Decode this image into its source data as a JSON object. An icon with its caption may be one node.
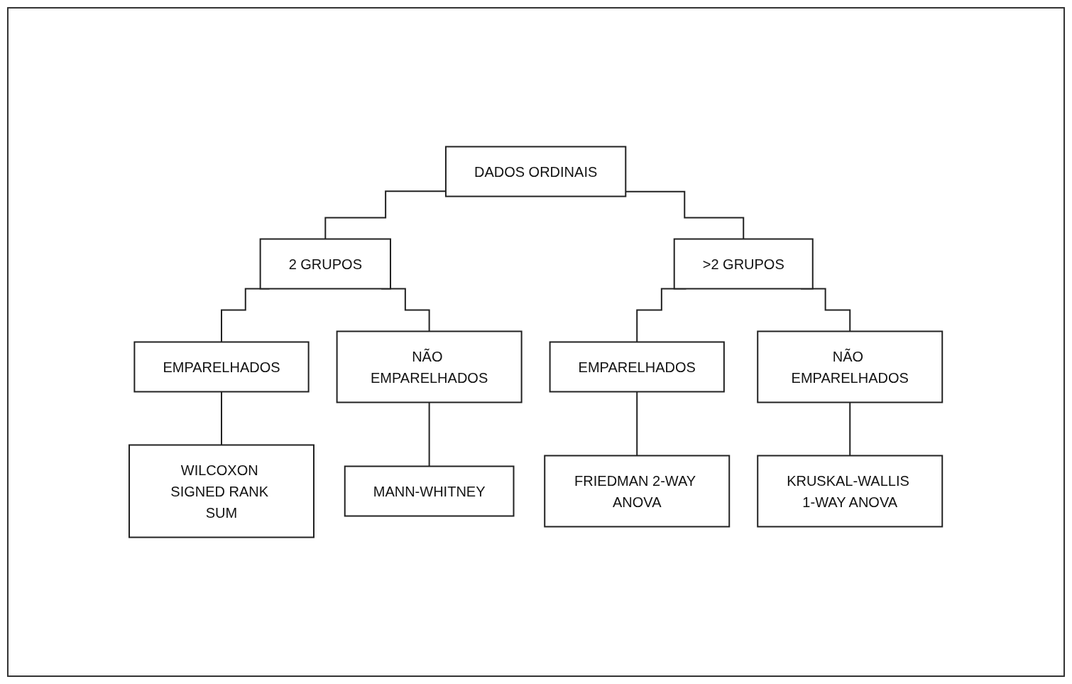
{
  "diagram": {
    "nodes": [
      {
        "text": [
          "DADOS ORDINAIS"
        ]
      },
      {
        "text": [
          "2 GRUPOS"
        ]
      },
      {
        "text": [
          ">2 GRUPOS"
        ]
      },
      {
        "text": [
          "EMPARELHADOS"
        ]
      },
      {
        "text": [
          "NÃO EMPARELHADOS"
        ]
      },
      {
        "text": [
          "EMPARELHADOS"
        ]
      },
      {
        "text": [
          "NÃO EMPARELHADOS"
        ]
      },
      {
        "text": [
          "WILCOXON SIGNED RANK SUM"
        ]
      },
      {
        "text": [
          "MANN-WHITNEY"
        ]
      },
      {
        "text": [
          "FRIEDMAN 2-WAY ANOVA"
        ]
      },
      {
        "text": [
          "KRUSKAL-WALLIS 1-WAY ANOVA"
        ]
      }
    ],
    "edges": [
      {
        "from": 0,
        "to": 1,
        "arrow": "none"
      },
      {
        "from": 0,
        "to": 2,
        "arrow": "none"
      },
      {
        "from": 1,
        "to": 3,
        "arrow": "none"
      },
      {
        "from": 1,
        "to": 4,
        "arrow": "none"
      },
      {
        "from": 2,
        "to": 5,
        "arrow": "none"
      },
      {
        "from": 2,
        "to": 6,
        "arrow": "none"
      },
      {
        "from": 3,
        "to": 7,
        "arrow": "none"
      },
      {
        "from": 4,
        "to": 8,
        "arrow": "none"
      },
      {
        "from": 5,
        "to": 9,
        "arrow": "none"
      },
      {
        "from": 6,
        "to": 10,
        "arrow": "none"
      }
    ]
  }
}
